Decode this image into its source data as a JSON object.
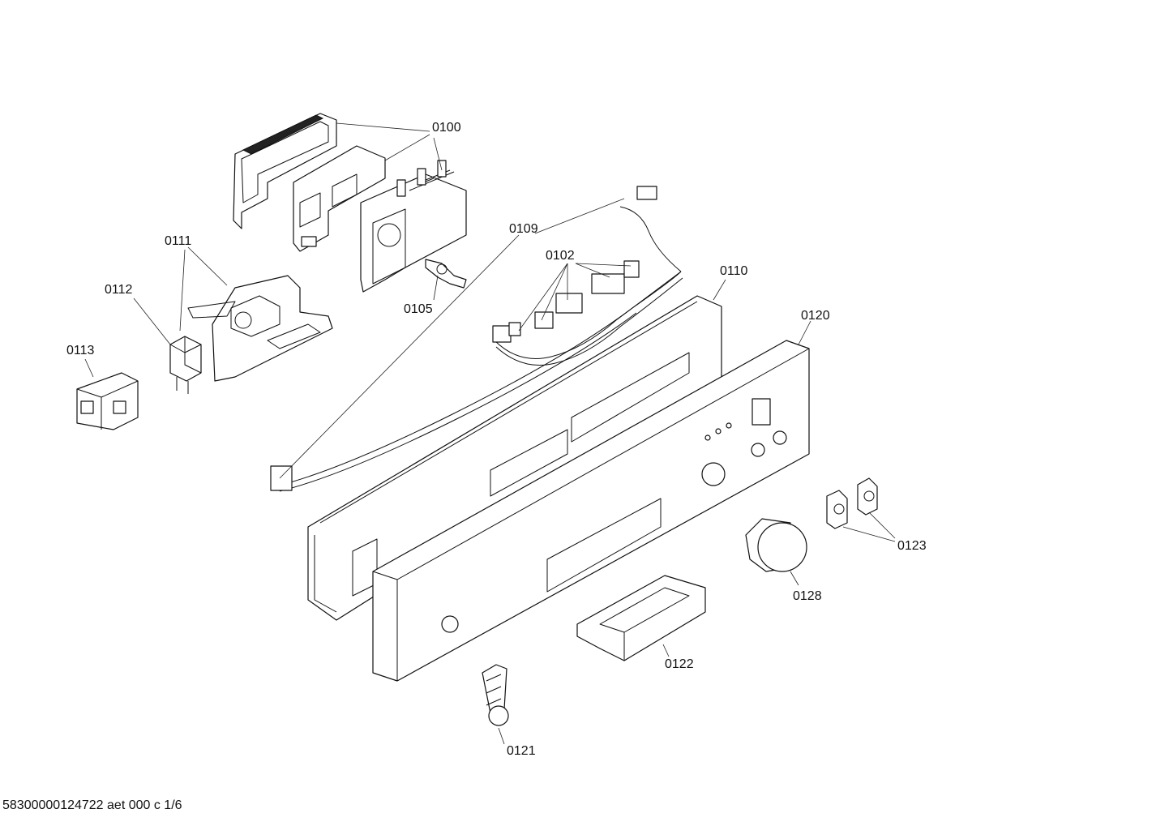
{
  "labels": {
    "p0100": "0100",
    "p0102": "0102",
    "p0105": "0105",
    "p0109": "0109",
    "p0110": "0110",
    "p0111": "0111",
    "p0112": "0112",
    "p0113": "0113",
    "p0120": "0120",
    "p0121": "0121",
    "p0122": "0122",
    "p0123": "0123",
    "p0128": "0128"
  },
  "footer": "58300000124722 aet 000 c 1/6"
}
